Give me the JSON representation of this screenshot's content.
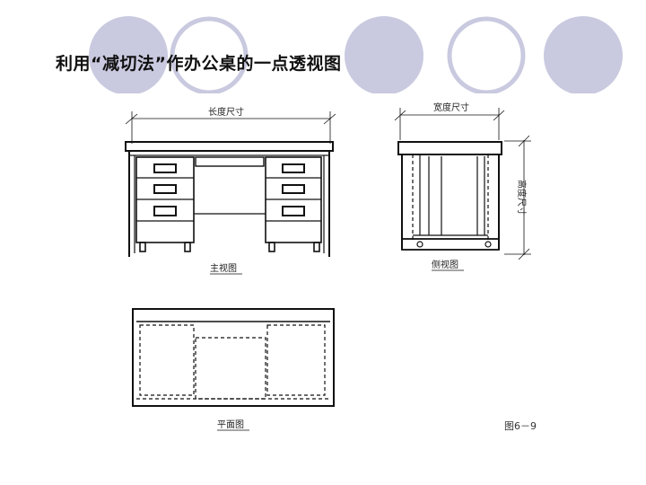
{
  "slide": {
    "title": "利用“减切法”作办公桌的一点透视图",
    "figure_number": "图6－9"
  },
  "front_view": {
    "label": "主视图",
    "dimension_label": "长度尺寸"
  },
  "side_view": {
    "label": "侧视图",
    "width_label": "宽度尺寸",
    "height_label": "高度尺寸"
  },
  "plan_view": {
    "label": "平面图"
  },
  "colors": {
    "circle_fill": "#c9c9e0",
    "circle_ring": "#c9c9e0",
    "line": "#111111"
  }
}
